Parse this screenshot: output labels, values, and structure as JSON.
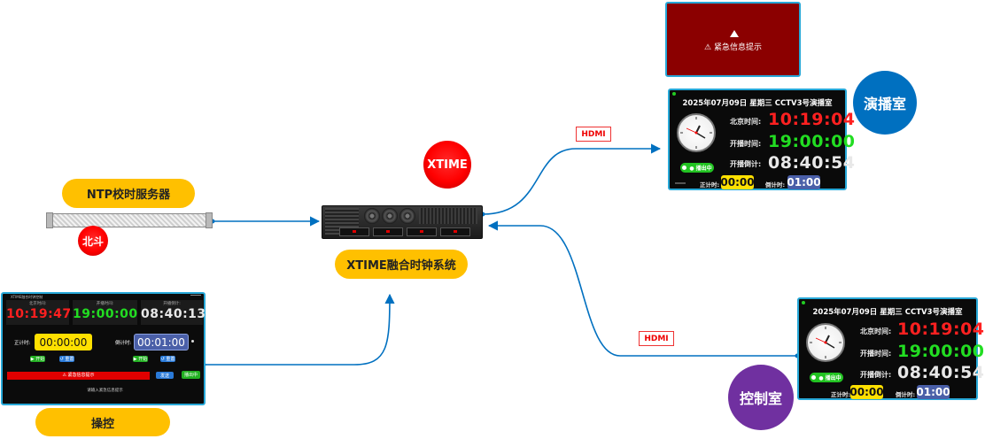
{
  "labels": {
    "ntp_server": "NTP校时服务器",
    "beidou": "北斗",
    "xtime_badge": "XTIME",
    "xtime_system": "XTIME融合时钟系统",
    "studio": "演播室",
    "control_room": "控制室",
    "operator": "操控",
    "hdmi_top": "HDMI",
    "hdmi_bottom": "HDMI"
  },
  "alert_panel": {
    "icon": "warning-triangle-icon",
    "text": "⚠ 紧急信息提示",
    "background": "#8b0000"
  },
  "studio_display": {
    "header": "2025年07月09日  星期三   CCTV3号演播室",
    "beijing_label": "北京时间:",
    "beijing_value": "10:19:04",
    "start_label": "开播时间:",
    "start_value": "19:00:00",
    "countdown_label": "开播倒计:",
    "countdown_value": "08:40:54",
    "onair": "● 播出中",
    "timer_label": "正计时:",
    "timer_value": "00:00",
    "countdown2_label": "倒计时:",
    "countdown2_value": "01:00"
  },
  "control_display": {
    "header": "2025年07月09日  星期三   CCTV3号演播室",
    "beijing_label": "北京时间:",
    "beijing_value": "10:19:04",
    "start_label": "开播时间:",
    "start_value": "19:00:00",
    "countdown_label": "开播倒计:",
    "countdown_value": "08:40:54",
    "onair": "● 播出中",
    "timer_label": "正计时:",
    "timer_value": "00:00",
    "countdown2_label": "倒计时:",
    "countdown2_value": "01:00"
  },
  "operator_panel": {
    "title": "XTIME融合时钟控制",
    "col1_label": "北京时间:",
    "col1_value": "10:19:47",
    "col2_label": "开播时间:",
    "col2_value": "19:00:00",
    "col3_label": "开播倒计:",
    "col3_value": "08:40:13",
    "timer_label": "正计时:",
    "timer_value": "00:00:00",
    "countdown_label": "倒计时:",
    "countdown_value": "00:01:00",
    "start_btn": "▶ 开始",
    "reset_btn": "↺ 重置",
    "start_btn2": "▶ 开始",
    "reset_btn2": "↺ 重置",
    "alert_bar": "⚠ 紧急信息提示",
    "send_btn": "发送",
    "onair_btn": "播出中",
    "input_hint": "请输入紧急信息提示"
  },
  "colors": {
    "pill": "#ffc000",
    "studio_circle": "#0070c0",
    "control_circle": "#7030a0",
    "wire": "#0070c0",
    "red_time": "#ff2020",
    "green_time": "#22dd22",
    "timer_yellow": "#ffe000",
    "countdown_blue": "#4a5fa8"
  }
}
